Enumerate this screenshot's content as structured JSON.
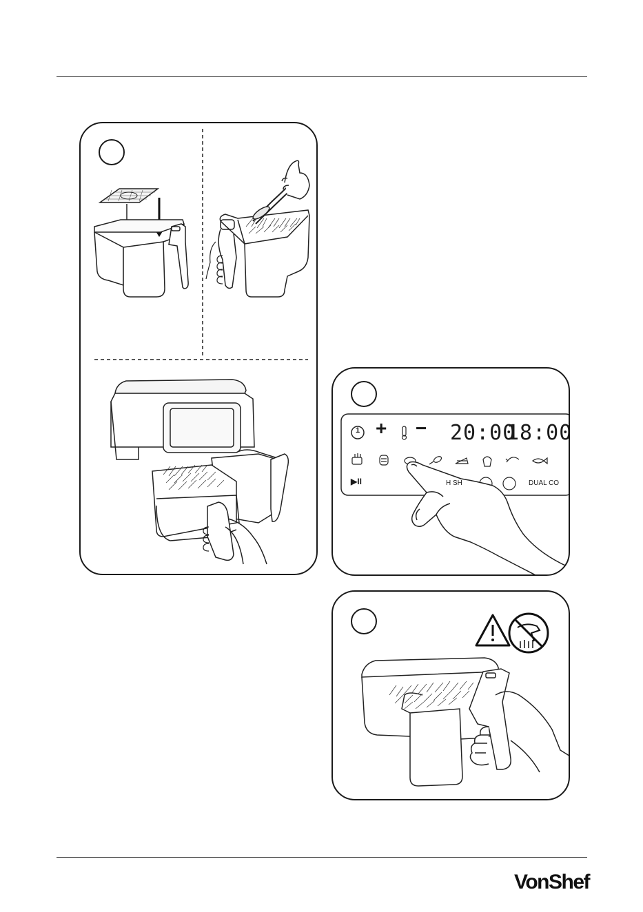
{
  "panel_display": {
    "timer_left": "20:00",
    "timer_right": "18:00",
    "zone_button_label": "1",
    "plus_symbol": "+",
    "minus_symbol": "−",
    "play_pause_symbol": "▶II",
    "sync_finish_label": "H  SH",
    "dual_cook_label": "DUAL CO",
    "preset_icons": [
      "fries-icon",
      "bread-icon",
      "steak-icon",
      "drumstick-icon",
      "cake-icon",
      "muffin-icon",
      "shrimp-icon",
      "fish-icon"
    ]
  },
  "warning": {
    "icons": [
      "warning-triangle-icon",
      "hot-surface-no-touch-icon"
    ]
  },
  "brand": {
    "logo_text": "VonShef"
  }
}
